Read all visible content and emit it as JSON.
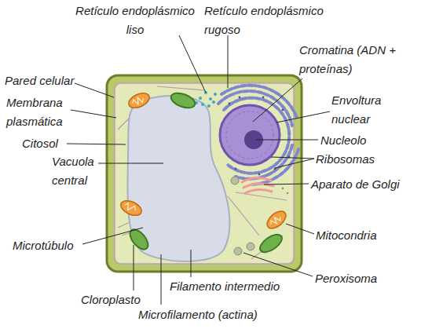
{
  "diagram": {
    "labels": [
      "Retículo endoplásmico liso",
      "Retículo endoplásmico rugoso",
      "Cromatina (ADN + proteínas)",
      "Pared celular",
      "Membrana plasmática",
      "Envoltura nuclear",
      "Citosol",
      "Nucleolo",
      "Vacuola central",
      "Ribosomas",
      "Aparato de Golgi",
      "Mitocondria",
      "Microtúbulo",
      "Peroxisoma",
      "Filamento intermedio",
      "Cloroplasto",
      "Microfilamento (actina)"
    ]
  }
}
